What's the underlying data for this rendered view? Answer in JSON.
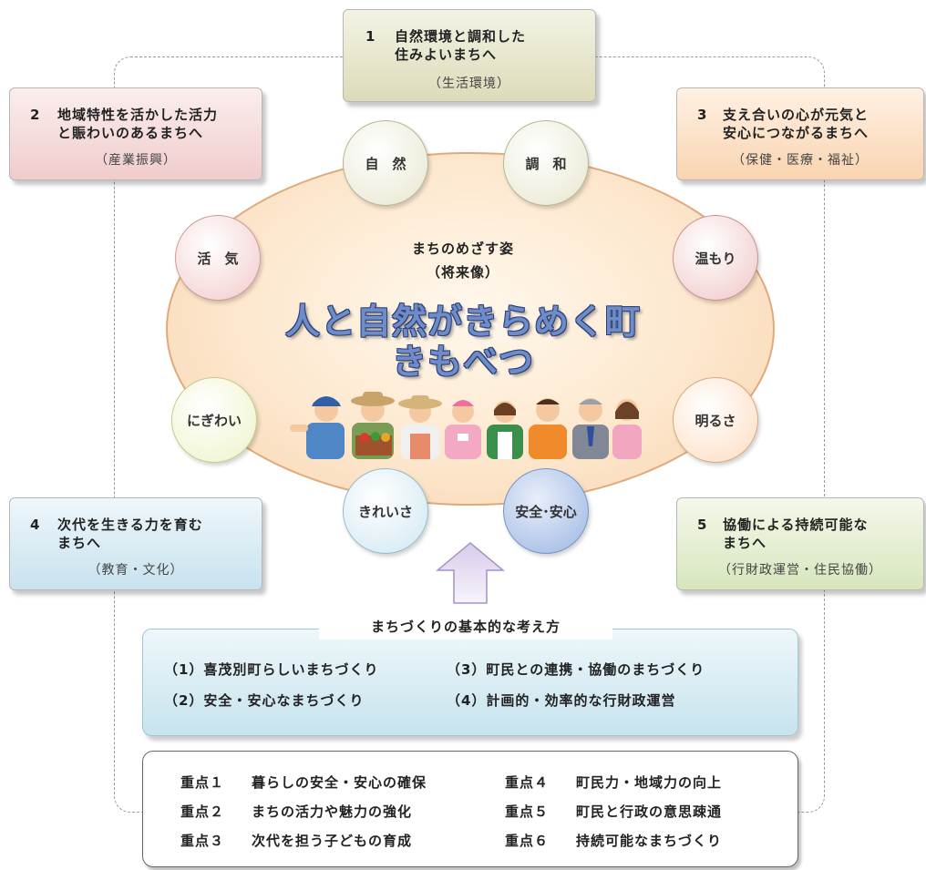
{
  "goals": [
    {
      "num": "1",
      "heading": [
        "自然環境と調和した",
        "住みよいまちへ"
      ],
      "sub": "（生活環境）"
    },
    {
      "num": "2",
      "heading": [
        "地域特性を活かした活力",
        "と賑わいのあるまちへ"
      ],
      "sub": "（産業振興）"
    },
    {
      "num": "3",
      "heading": [
        "支え合いの心が元気と",
        "安心につながるまちへ"
      ],
      "sub": "（保健・医療・福祉）"
    },
    {
      "num": "4",
      "heading": [
        "次代を生きる力を育む",
        "まちへ"
      ],
      "sub": "（教育・文化）"
    },
    {
      "num": "5",
      "heading": [
        "協働による持続可能な",
        "まちへ"
      ],
      "sub": "（行財政運営・住民協働）"
    }
  ],
  "keywords": [
    "自　然",
    "調　和",
    "活　気",
    "温もり",
    "にぎわい",
    "明るさ",
    "きれいさ",
    "安全･安心"
  ],
  "vision": {
    "label": "まちのめざす姿",
    "sub": "（将来像）",
    "slogan_line1": "人と自然がきらめく町",
    "slogan_line2": "きもべつ"
  },
  "principles": {
    "title": "まちづくりの基本的な考え方",
    "items": [
      "（1）喜茂別町らしいまちづくり",
      "（2）安全・安心なまちづくり",
      "（3）町民との連携・協働のまちづくり",
      "（4）計画的・効率的な行財政運営"
    ]
  },
  "priorities": [
    {
      "label": "重点１",
      "text": "暮らしの安全・安心の確保"
    },
    {
      "label": "重点２",
      "text": "まちの活力や魅力の強化"
    },
    {
      "label": "重点３",
      "text": "次代を担う子どもの育成"
    },
    {
      "label": "重点４",
      "text": "町民力・地域力の向上"
    },
    {
      "label": "重点５",
      "text": "町民と行政の意思疎通"
    },
    {
      "label": "重点６",
      "text": "持続可能なまちづくり"
    }
  ],
  "colors": {
    "goal1": "#e8e6cc",
    "goal2": "#f6dcdc",
    "goal3": "#fde3cc",
    "goal4": "#ddeef5",
    "goal5": "#e6efd4",
    "slogan": "#6d8cc8"
  }
}
